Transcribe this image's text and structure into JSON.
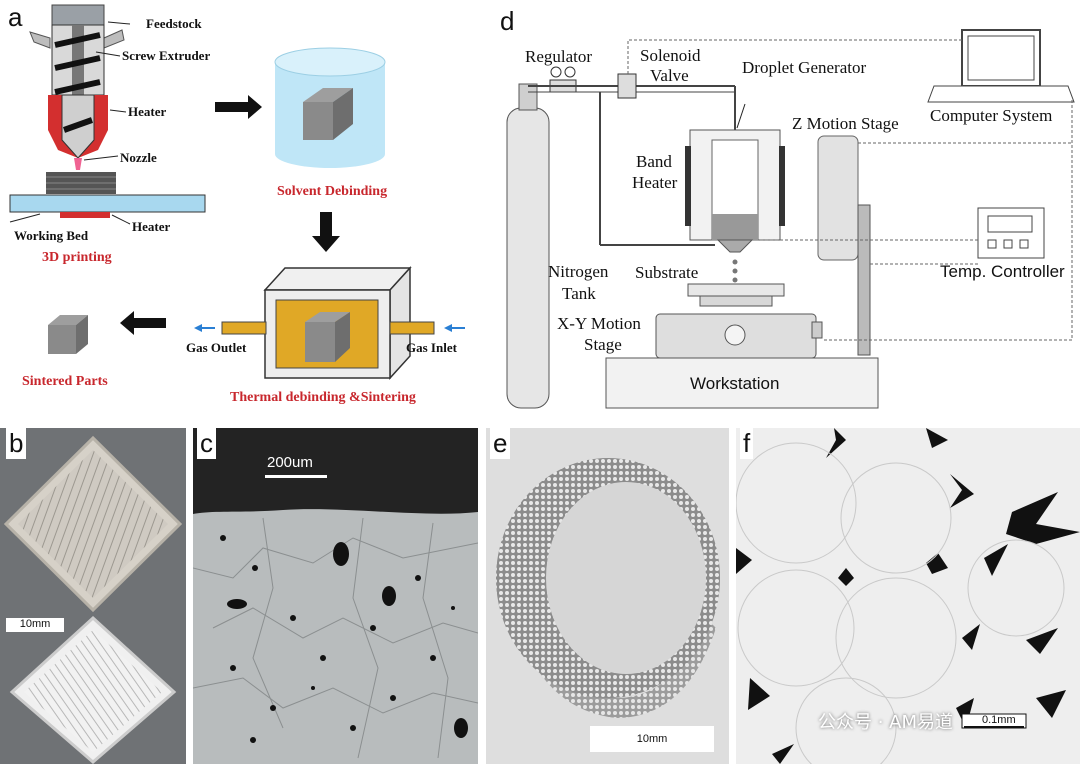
{
  "panels": {
    "a": {
      "letter": "a",
      "labels": {
        "feedstock": "Feedstock",
        "screw_extruder": "Screw Extruder",
        "heater_top": "Heater",
        "nozzle": "Nozzle",
        "heater_bottom": "Heater",
        "working_bed": "Working Bed",
        "printing": "3D printing",
        "solvent_debinding": "Solvent Debinding",
        "gas_outlet": "Gas Outlet",
        "gas_inlet": "Gas Inlet",
        "thermal": "Thermal debinding &Sintering",
        "sintered_parts": "Sintered Parts"
      }
    },
    "d": {
      "letter": "d",
      "labels": {
        "regulator": "Regulator",
        "solenoid": "Solenoid",
        "valve": "Valve",
        "droplet_generator": "Droplet Generator",
        "z_motion_stage": "Z Motion Stage",
        "computer_system": "Computer System",
        "band": "Band",
        "heater": "Heater",
        "substrate": "Substrate",
        "nitrogen": "Nitrogen",
        "tank": "Tank",
        "temp_controller": "Temp. Controller",
        "xy_motion": "X-Y Motion",
        "stage": "Stage",
        "workstation": "Workstation"
      }
    },
    "b": {
      "letter": "b",
      "scale": "10mm"
    },
    "c": {
      "letter": "c",
      "scale": "200um"
    },
    "e": {
      "letter": "e",
      "scale": "10mm"
    },
    "f": {
      "letter": "f",
      "scale": "0.1mm"
    }
  },
  "watermark": {
    "text": "公众号 · AM易道"
  }
}
